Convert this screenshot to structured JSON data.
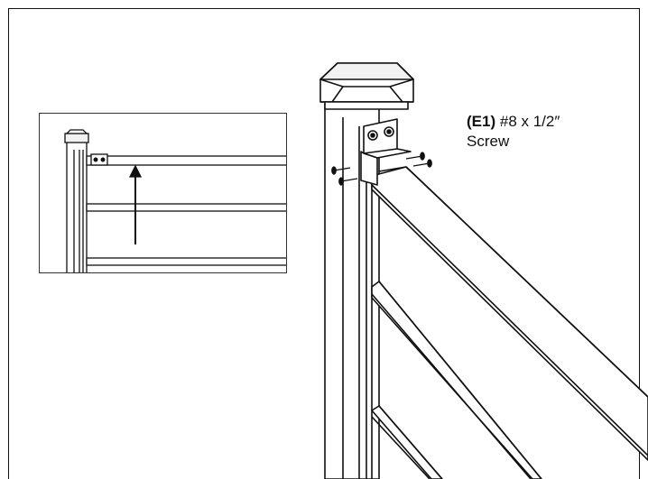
{
  "callout": {
    "code": "(E1)",
    "size": "#8 x 1/2″",
    "name": "Screw"
  },
  "colors": {
    "stroke": "#111111",
    "background": "#ffffff",
    "post_shade": "#e6e6e6"
  },
  "icons": [
    "screw-icon",
    "bracket-icon",
    "up-arrow-icon",
    "post-cap-icon"
  ]
}
